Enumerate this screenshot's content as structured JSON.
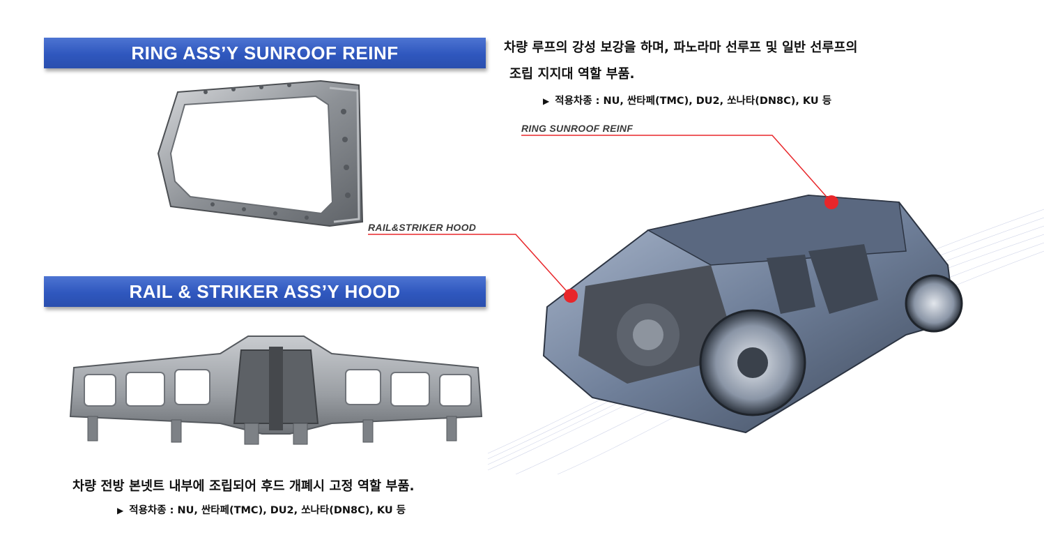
{
  "sunroof": {
    "banner": "RING ASS’Y  SUNROOF REINF",
    "desc_line1": "차량 루프의 강성 보강을 하며, 파노라마 선루프 및 일반 선루프의",
    "desc_line2": "조립 지지대 역할 부품.",
    "applicable": "적용차종 : NU, 싼타페(TMC), DU2, 쏘나타(DN8C), KU 등",
    "callout": "RING SUNROOF REINF"
  },
  "hood": {
    "banner": "RAIL & STRIKER ASS’Y  HOOD",
    "desc": "차량 전방 본넷트 내부에 조립되어 후드 개폐시 고정 역할 부품.",
    "applicable": "적용차종 : NU, 싼타페(TMC), DU2, 쏘나타(DN8C), KU 등",
    "callout": "RAIL&STRIKER HOOD"
  },
  "colors": {
    "banner": "#2f57be",
    "callout_line": "#e8262a",
    "callout_dot": "#e8262a"
  },
  "icons": {
    "bullet": "triangle-right-icon"
  }
}
